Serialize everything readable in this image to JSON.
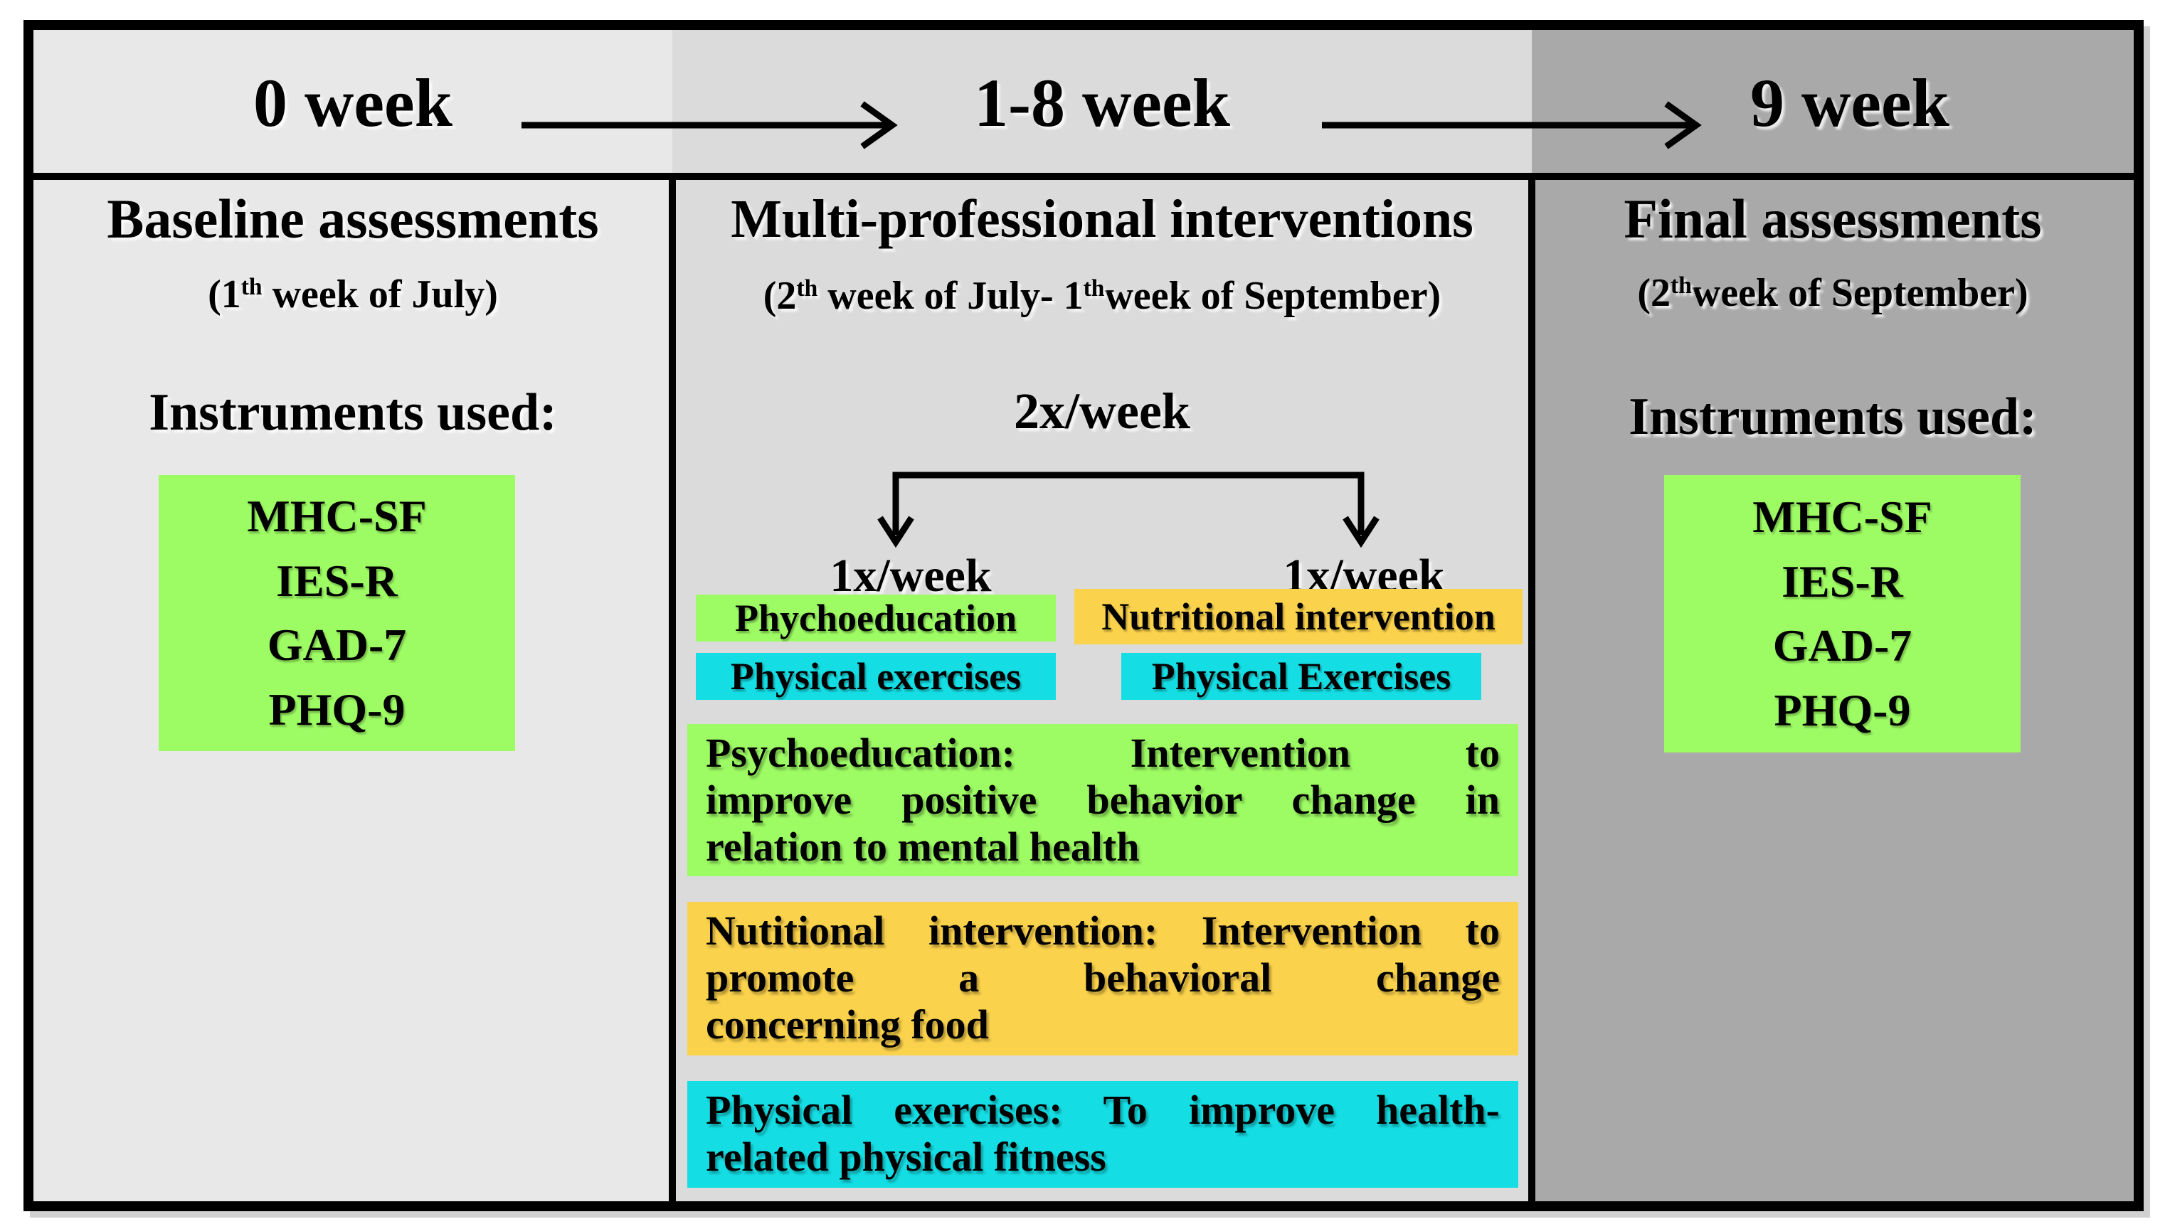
{
  "header": {
    "columns": [
      {
        "label": "0 week"
      },
      {
        "label": "1-8 week"
      },
      {
        "label": "9 week"
      }
    ]
  },
  "columns": {
    "baseline": {
      "title": "Baseline assessments",
      "subtitle": [
        {
          "text": "(1"
        },
        {
          "text": "th",
          "sup": true
        },
        {
          "text": " week of July)"
        }
      ],
      "instruments_heading": "Instruments used:",
      "instruments": [
        "MHC-SF",
        "IES-R",
        "GAD-7",
        "PHQ-9"
      ]
    },
    "interventions": {
      "title": "Multi-professional interventions",
      "subtitle": [
        {
          "text": "(2"
        },
        {
          "text": "th",
          "sup": true
        },
        {
          "text": " week of July- 1"
        },
        {
          "text": "th",
          "sup": true
        },
        {
          "text": "week of September)"
        }
      ],
      "frequency_total": "2x/week",
      "frequency_left": "1x/week",
      "frequency_right": "1x/week",
      "labels": {
        "psychoeducation": "Phychoeducation",
        "nutritional": "Nutritional intervention",
        "physical_left": "Physical exercises",
        "physical_right": "Physical Exercises"
      },
      "descriptions": {
        "psychoeducation_lines": [
          "Psychoeducation: Intervention to",
          "improve positive behavior change in",
          "relation to mental health"
        ],
        "nutritional_lines": [
          "Nutitional intervention: Intervention to",
          "promote a behavioral change",
          "concerning food"
        ],
        "physical_lines": [
          "Physical exercises: To improve health-",
          "related physical fitness"
        ]
      }
    },
    "final": {
      "title": "Final assessments",
      "subtitle": [
        {
          "text": "(2"
        },
        {
          "text": "th",
          "sup": true
        },
        {
          "text": "week of September)"
        }
      ],
      "instruments_heading": "Instruments used:",
      "instruments": [
        "MHC-SF",
        "IES-R",
        "GAD-7",
        "PHQ-9"
      ]
    }
  },
  "colors": {
    "border_black": "#000000",
    "left_column_bg": "#E8E8E8",
    "middle_column_bg": "#DBDBDB",
    "right_column_bg": "#A9A9A9",
    "green_highlight": "#9DFB63",
    "yellow_highlight": "#FBD24B",
    "cyan_highlight": "#14DEE4"
  }
}
